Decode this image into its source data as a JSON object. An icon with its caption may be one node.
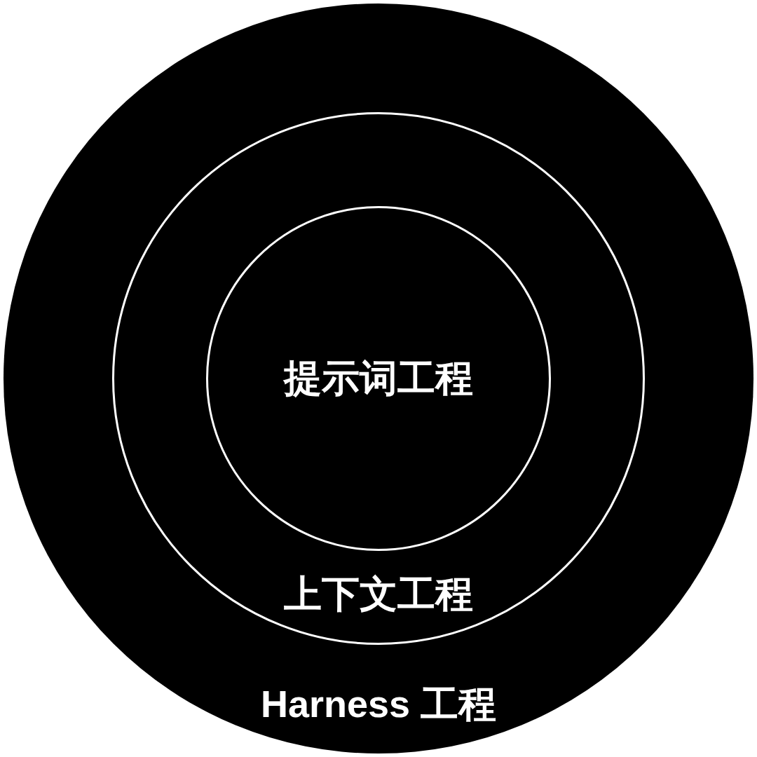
{
  "diagram": {
    "nodes": [
      {
        "text": [
          "Harness 工程"
        ]
      },
      {
        "text": [
          "上下文工程"
        ],
        "in": 0
      },
      {
        "text": [
          "提示词工程"
        ],
        "in": 1
      }
    ]
  }
}
